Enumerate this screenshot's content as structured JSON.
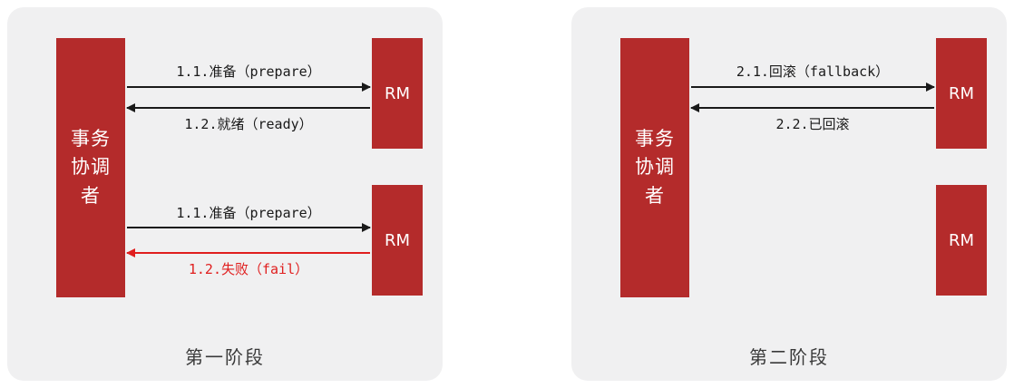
{
  "colors": {
    "box_red": "#b42b2b",
    "fail_red": "#e01e1e",
    "panel_bg": "#f0f0f1",
    "arrow_black": "#1a1a1a",
    "caption_gray": "#3a3a3a"
  },
  "panels": [
    {
      "caption": "第一阶段",
      "coordinator_label": "事务\n协调\n者",
      "rm_top_label": "RM",
      "rm_bottom_label": "RM",
      "messages": [
        {
          "text": "1.1.准备（prepare）",
          "dir": "right",
          "color": "black"
        },
        {
          "text": "1.2.就绪（ready）",
          "dir": "left",
          "color": "black"
        },
        {
          "text": "1.1.准备（prepare）",
          "dir": "right",
          "color": "black"
        },
        {
          "text": "1.2.失败（fail）",
          "dir": "left",
          "color": "red"
        }
      ]
    },
    {
      "caption": "第二阶段",
      "coordinator_label": "事务\n协调\n者",
      "rm_top_label": "RM",
      "rm_bottom_label": "RM",
      "messages": [
        {
          "text": "2.1.回滚（fallback）",
          "dir": "right",
          "color": "black"
        },
        {
          "text": "2.2.已回滚",
          "dir": "left",
          "color": "black"
        }
      ]
    }
  ]
}
